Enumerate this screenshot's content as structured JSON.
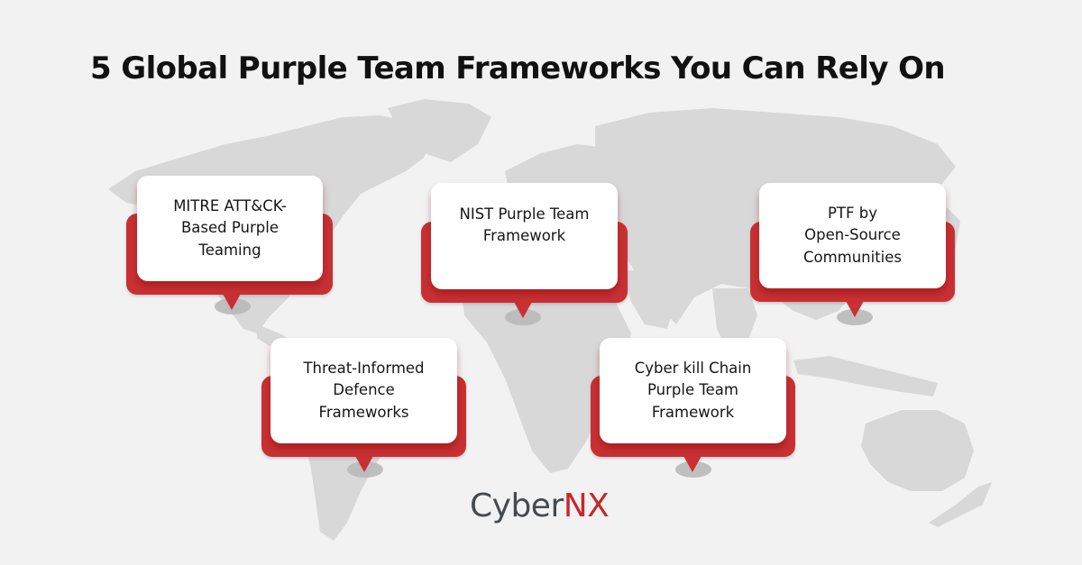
{
  "title": "5 Global Purple Team Frameworks You Can Rely On",
  "frameworks": [
    {
      "label": "MITRE ATT&CK-\nBased Purple\nTeaming",
      "region": "north-america"
    },
    {
      "label": "NIST Purple Team\nFramework",
      "region": "africa-europe"
    },
    {
      "label": "PTF by\nOpen-Source\nCommunities",
      "region": "asia"
    },
    {
      "label": "Threat-Informed\nDefence\nFrameworks",
      "region": "south-america"
    },
    {
      "label": "Cyber kill Chain\nPurple Team\nFramework",
      "region": "indian-ocean"
    }
  ],
  "brand": {
    "part1": "Cyber",
    "part2": "NX"
  },
  "colors": {
    "background": "#f2f2f2",
    "map": "#d8d8d8",
    "accent_red": "#c83034",
    "card": "#ffffff",
    "text": "#161616",
    "logo_gray": "#454a4f",
    "logo_red": "#c8262c"
  }
}
